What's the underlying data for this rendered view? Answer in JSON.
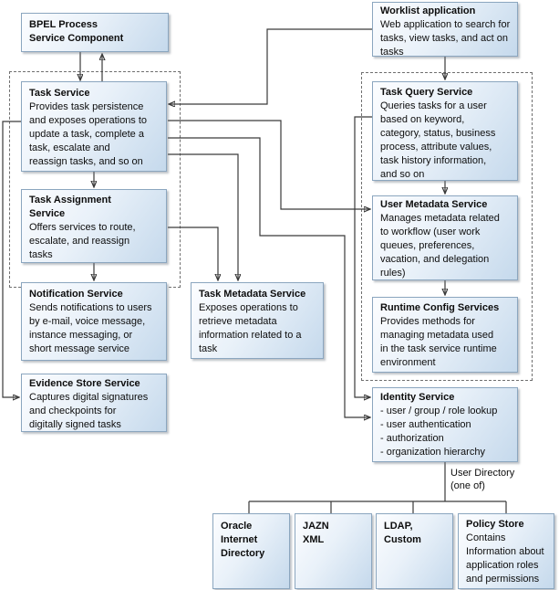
{
  "diagram": {
    "colors": {
      "box_fill_light": "#fcfdff",
      "box_fill_dark": "#c5d9ec",
      "box_border": "#8ba6bf",
      "connector_line": "#3a3a3a",
      "dashed_border": "#6f6f6f",
      "background": "#ffffff",
      "text": "#0d0d0d"
    },
    "nodes": {
      "bpel": {
        "title": "BPEL Process\nService Component"
      },
      "task_service": {
        "title": "Task Service",
        "body": "Provides task persistence\nand exposes operations to\nupdate a task, complete a\ntask, escalate and\nreassign tasks, and so on"
      },
      "task_assignment": {
        "title": "Task Assignment\nService",
        "body": "Offers services to route,\nescalate, and reassign\ntasks"
      },
      "notification": {
        "title": "Notification Service",
        "body": "Sends notifications to users\nby e-mail, voice message,\ninstance messaging, or\nshort message service"
      },
      "evidence_store": {
        "title": "Evidence Store Service",
        "body": "Captures digital signatures\nand checkpoints for\ndigitally signed tasks"
      },
      "task_metadata": {
        "title": "Task Metadata Service",
        "body": "Exposes operations to\nretrieve metadata\ninformation related to a\ntask"
      },
      "worklist": {
        "title": "Worklist application",
        "body": "Web application to search for\ntasks, view tasks, and act on\ntasks"
      },
      "task_query": {
        "title": "Task Query Service",
        "body": "Queries tasks for a user\nbased on keyword,\ncategory, status, business\nprocess, attribute values,\ntask history information,\nand so on"
      },
      "user_metadata": {
        "title": "User Metadata Service",
        "body": "Manages metadata related\nto workflow (user work\nqueues, preferences,\nvacation, and delegation\nrules)"
      },
      "runtime_config": {
        "title": "Runtime Config Services",
        "body": "Provides methods for\nmanaging metadata used\nin the task service runtime\nenvironment"
      },
      "identity": {
        "title": "Identity Service",
        "body": "- user / group / role lookup\n- user authentication\n- authorization\n- organization hierarchy"
      },
      "oracle_internet_directory": {
        "title": "Oracle\nInternet\nDirectory"
      },
      "jazn_xml": {
        "title": "JAZN\nXML"
      },
      "ldap_custom": {
        "title": "LDAP,\nCustom"
      },
      "policy_store": {
        "title": "Policy Store",
        "body": "Contains\nInformation about\napplication roles\nand permissions"
      }
    },
    "labels": {
      "user_directory": "User Directory\n(one of)"
    },
    "edges": [
      {
        "from": "bpel",
        "to": "task_service"
      },
      {
        "from": "task_service",
        "to": "bpel"
      },
      {
        "from": "worklist",
        "to": "task_service"
      },
      {
        "from": "worklist",
        "to": "task_query"
      },
      {
        "from": "task_service",
        "to": "user_metadata"
      },
      {
        "from": "task_service",
        "to": "identity"
      },
      {
        "from": "task_service",
        "to": "task_metadata"
      },
      {
        "from": "task_service",
        "to": "task_assignment"
      },
      {
        "from": "task_service",
        "to": "evidence_store"
      },
      {
        "from": "task_assignment",
        "to": "task_metadata"
      },
      {
        "from": "task_assignment",
        "to": "notification"
      },
      {
        "from": "task_query",
        "to": "user_metadata"
      },
      {
        "from": "task_query",
        "to": "identity"
      },
      {
        "from": "user_metadata",
        "to": "runtime_config"
      },
      {
        "from": "identity",
        "to": "user_directory_options"
      },
      {
        "from": "user_directory_options",
        "to": "oracle_internet_directory"
      },
      {
        "from": "user_directory_options",
        "to": "jazn_xml"
      },
      {
        "from": "user_directory_options",
        "to": "ldap_custom"
      },
      {
        "from": "user_directory_options",
        "to": "policy_store"
      }
    ]
  }
}
